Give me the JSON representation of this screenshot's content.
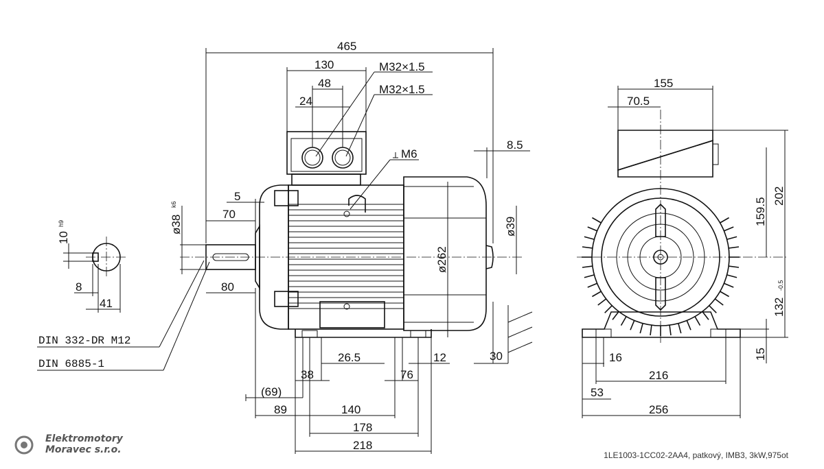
{
  "logo": {
    "line1": "Elektromotory",
    "line2": "Moravec s.r.o."
  },
  "caption": "1LE1003-1CC02-2AA4, patkový, IMB3, 3kW,975ot",
  "side_view": {
    "overall_length": "465",
    "terminal_box_width": "130",
    "gland_spacing": "48",
    "gland_offset": "24",
    "gland_1": "M32×1.5",
    "gland_2": "M32×1.5",
    "earth_thread": "M6",
    "rear_clearance": "8.5",
    "shaft_shoulder": "5",
    "shaft_length": "70",
    "shaft_diameter": "ø38",
    "shaft_tolerance": "k6",
    "shaft_ext": "80",
    "rear_shaft_diameter": "ø39",
    "frame_diameter": "ø262",
    "foot_thickness": "30",
    "foot_span_1": "26.5",
    "foot_span_2": "12",
    "foot_span_3": "38",
    "foot_span_4": "76",
    "flange_offset": "(69)",
    "foot_offset": "89",
    "foot_holes": "140",
    "foot_length": "178",
    "foot_overall": "218"
  },
  "key_detail": {
    "key_width": "10",
    "key_tolerance": "h9",
    "key_depth": "8",
    "shaft_height": "41"
  },
  "standards": {
    "thread": "DIN 332-DR M12",
    "key": "DIN 6885-1"
  },
  "end_view": {
    "box_width": "155",
    "box_offset": "70.5",
    "box_height": "202",
    "box_top": "159.5",
    "shaft_height": "132",
    "shaft_height_tol": "-0.5",
    "foot_height": "15",
    "foot_width": "16",
    "hole_spacing": "216",
    "foot_edge": "53",
    "base_width": "256"
  }
}
